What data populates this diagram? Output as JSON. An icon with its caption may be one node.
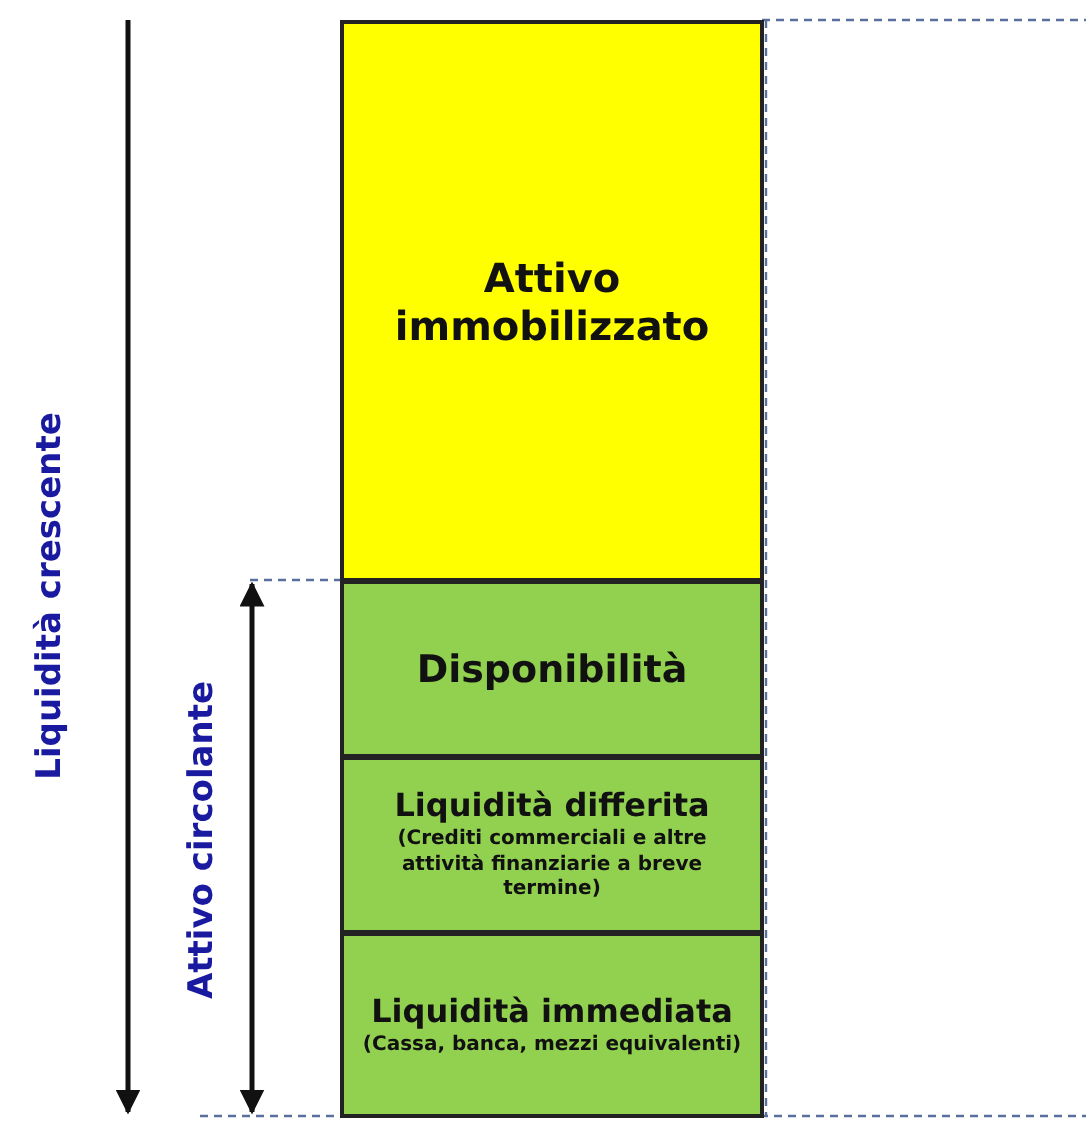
{
  "diagram": {
    "nodes": [
      {
        "text": [
          "Attivo immobilizzato"
        ]
      },
      {
        "text": [
          "Disponibilità"
        ]
      },
      {
        "text": [
          "Liquidità differita",
          "(Crediti commerciali e altre attività finanziarie a breve termine)"
        ]
      },
      {
        "text": [
          "Liquidità immediata",
          "(Cassa, banca, mezzi equivalenti)"
        ]
      }
    ],
    "labels": [
      "Liquidità crescente",
      "Attivo circolante"
    ]
  }
}
